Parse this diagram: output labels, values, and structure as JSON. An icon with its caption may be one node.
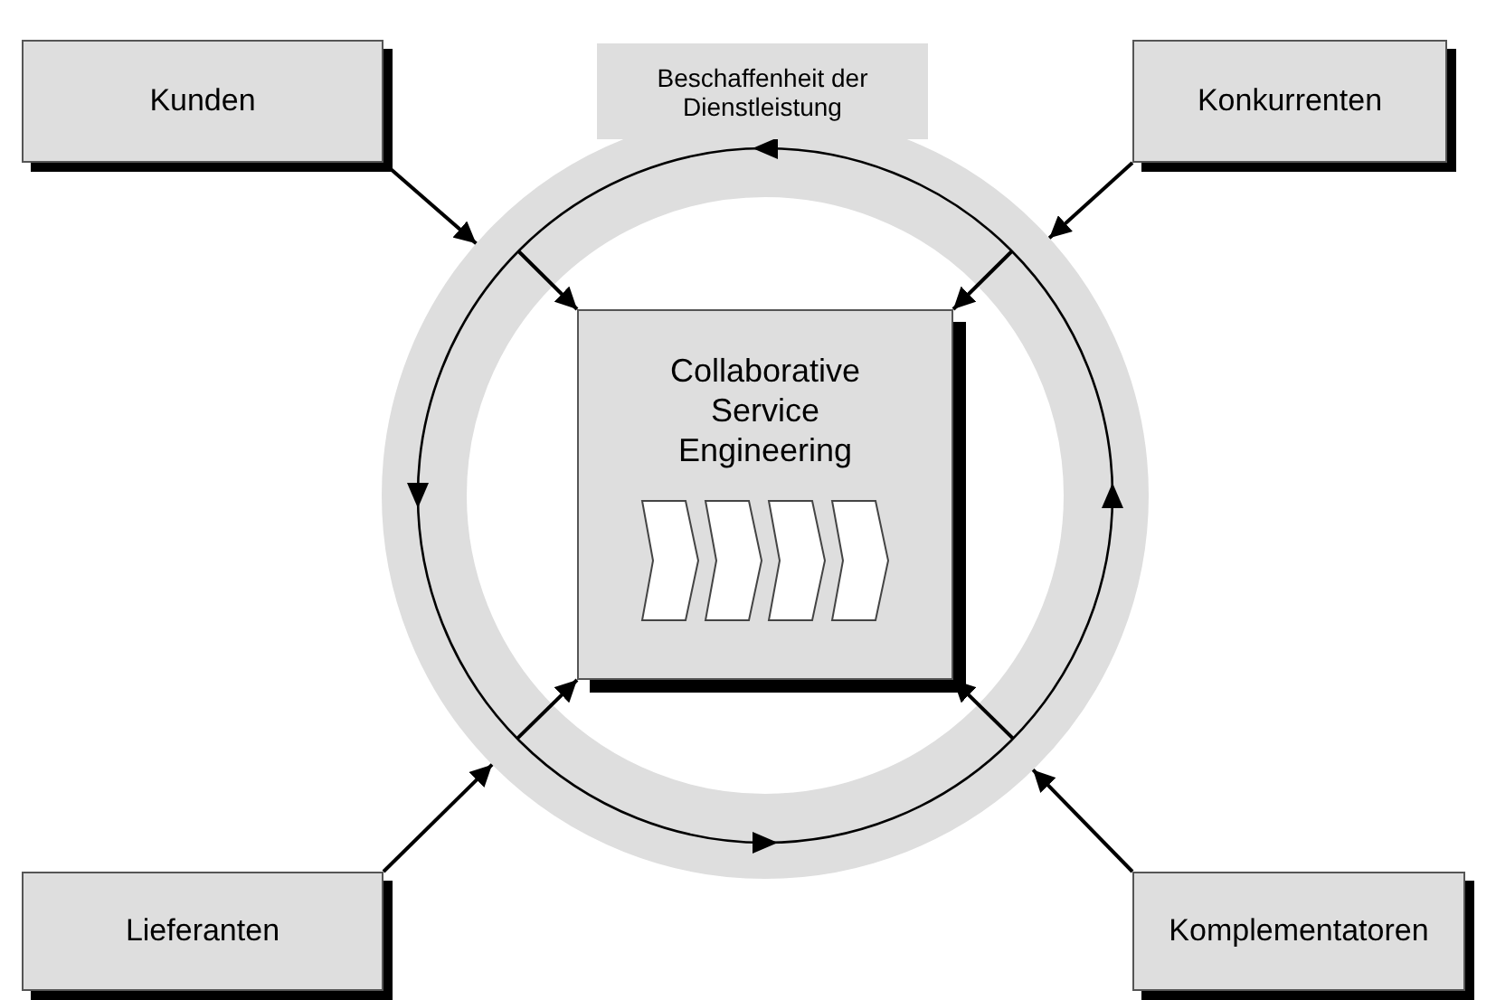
{
  "diagram": {
    "nodes": [
      {
        "text": [
          "Kunden"
        ]
      },
      {
        "text": [
          "Beschaffenheit der Dienstleistung"
        ]
      },
      {
        "text": [
          "Konkurrenten"
        ]
      },
      {
        "text": [],
        "shape": "circle"
      },
      {
        "text": [
          "Collaborative Service Engineering"
        ],
        "in": 3
      },
      {
        "text": [
          "Lieferanten"
        ]
      },
      {
        "text": [
          "Komplementatoren"
        ]
      }
    ],
    "edges": [
      {
        "from": 0,
        "to": 3,
        "arrow": "to"
      },
      {
        "from": 2,
        "to": 3,
        "arrow": "to"
      },
      {
        "from": 5,
        "to": 3,
        "arrow": "to"
      },
      {
        "from": 6,
        "to": 3,
        "arrow": "to"
      },
      {
        "from": 3,
        "to": 4,
        "arrow": "to"
      },
      {
        "from": 3,
        "to": 4,
        "arrow": "to"
      },
      {
        "from": 3,
        "to": 4,
        "arrow": "to"
      },
      {
        "from": 3,
        "to": 4,
        "arrow": "to"
      }
    ]
  }
}
